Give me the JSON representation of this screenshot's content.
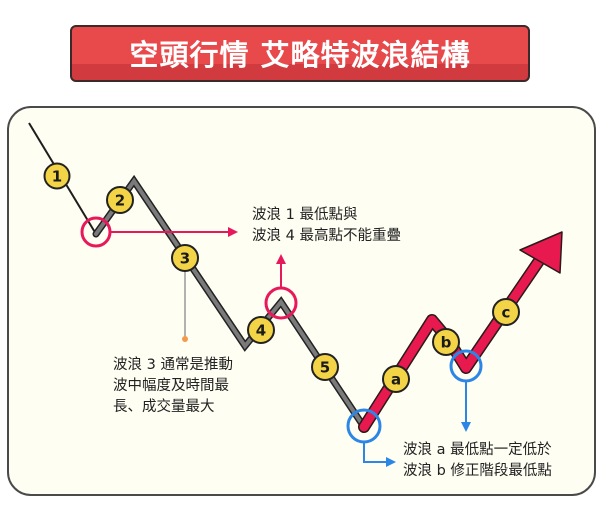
{
  "title": "空頭行情 艾略特波浪結構",
  "colors": {
    "title_bg": "#e8494b",
    "title_bg_dark": "#d13a3e",
    "panel_bg": "#fffef3",
    "impulse_line": "#7a7a7a",
    "correction_line": "#e8194f",
    "badge_fill": "#f3d447",
    "highlight_red": "#e8195a",
    "highlight_blue": "#2b86e6",
    "note_dot": "#f39a4c"
  },
  "waves": {
    "impulse_labels": [
      "1",
      "2",
      "3",
      "4",
      "5"
    ],
    "correction_labels": [
      "a",
      "b",
      "c"
    ]
  },
  "notes": {
    "wave1_4_overlap": {
      "lines": [
        "波浪 1 最低點與",
        "波浪 4 最高點不能重疊"
      ]
    },
    "wave3": {
      "lines": [
        "波浪 3 通常是推動",
        "波中幅度及時間最",
        "長、成交量最大"
      ]
    },
    "wave_a_b": {
      "lines": [
        "波浪 a 最低點一定低於",
        "波浪 b 修正階段最低點"
      ]
    }
  }
}
